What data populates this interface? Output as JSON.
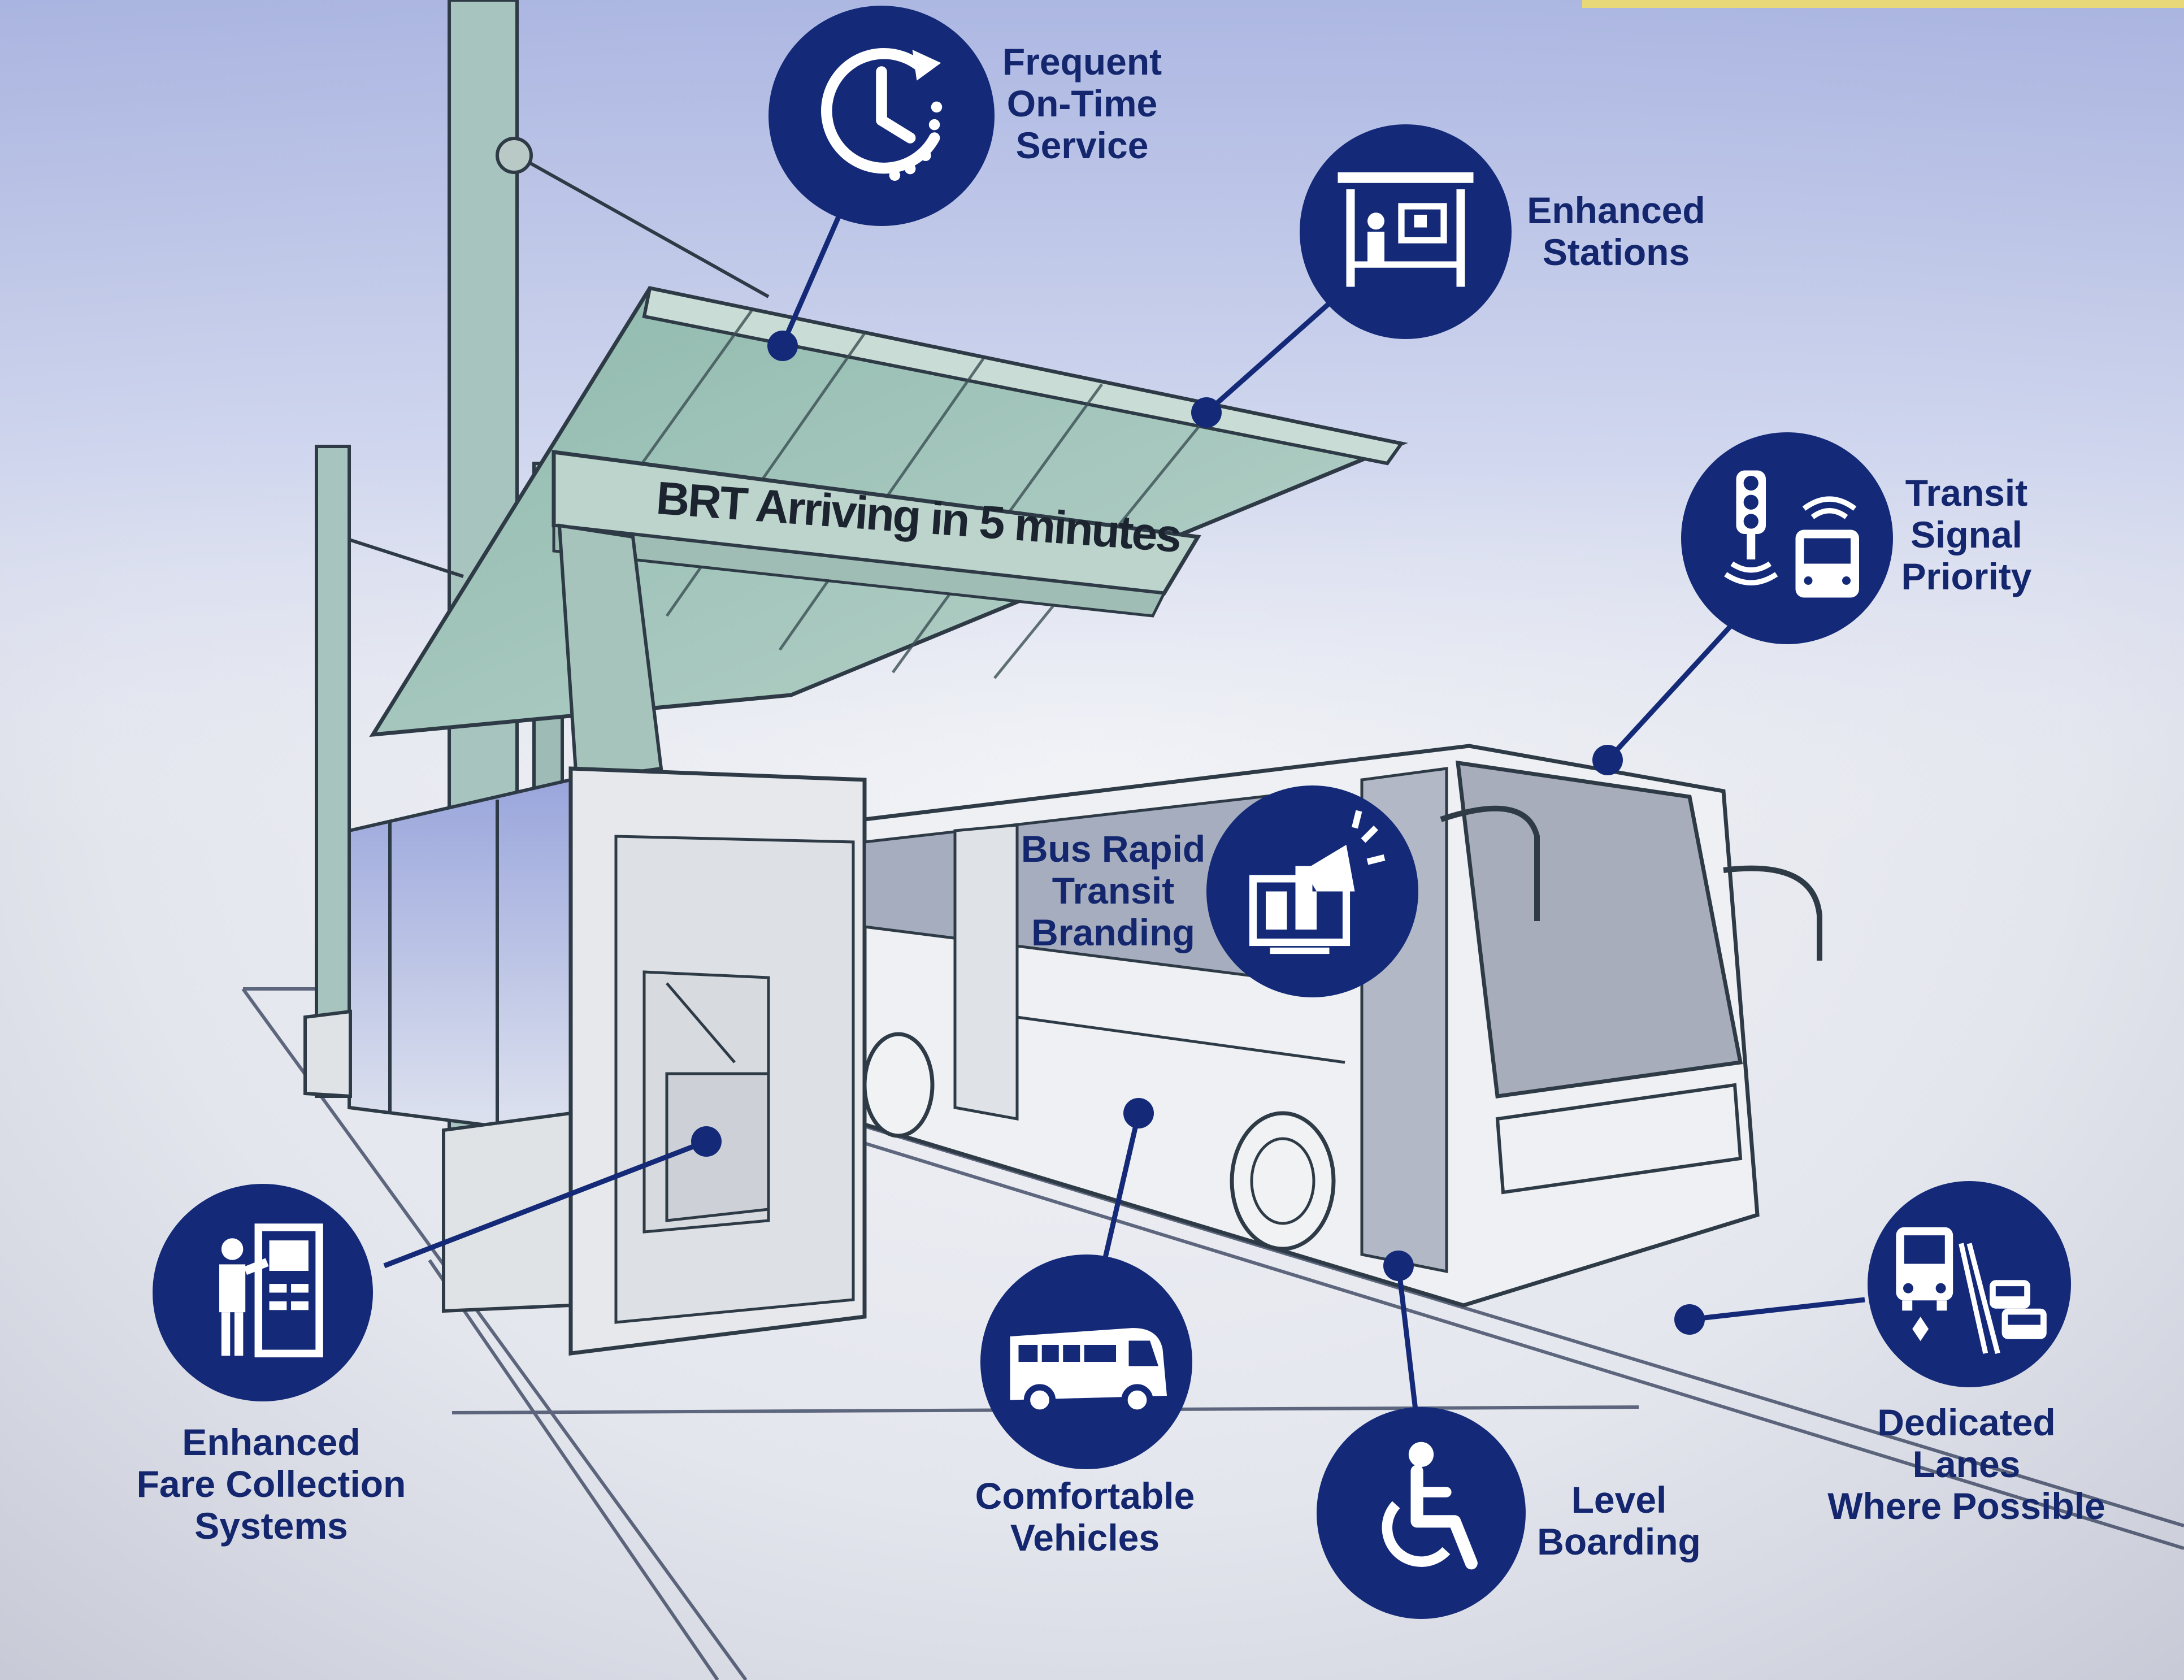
{
  "sign_text": "BRT Arriving in 5 minutes",
  "features": [
    {
      "lines": [
        "Frequent",
        "On-Time",
        "Service"
      ],
      "icon": "clock-icon"
    },
    {
      "lines": [
        "Enhanced",
        "Stations"
      ],
      "icon": "station-icon"
    },
    {
      "lines": [
        "Transit",
        "Signal",
        "Priority"
      ],
      "icon": "traffic-signal-bus-icon"
    },
    {
      "lines": [
        "Bus Rapid",
        "Transit",
        "Branding"
      ],
      "icon": "megaphone-screen-icon"
    },
    {
      "lines": [
        "Enhanced",
        "Fare Collection",
        "Systems"
      ],
      "icon": "fare-machine-icon"
    },
    {
      "lines": [
        "Comfortable",
        "Vehicles"
      ],
      "icon": "coach-bus-icon"
    },
    {
      "lines": [
        "Level",
        "Boarding"
      ],
      "icon": "wheelchair-icon"
    },
    {
      "lines": [
        "Dedicated",
        "Lanes",
        "Where Possible"
      ],
      "icon": "bus-lane-icon"
    }
  ],
  "colors": {
    "icon_navy": "#142a78",
    "label_navy": "#13266e",
    "canopy_green": "#9ec4b6",
    "sky_blue": "#a9b4e0"
  }
}
